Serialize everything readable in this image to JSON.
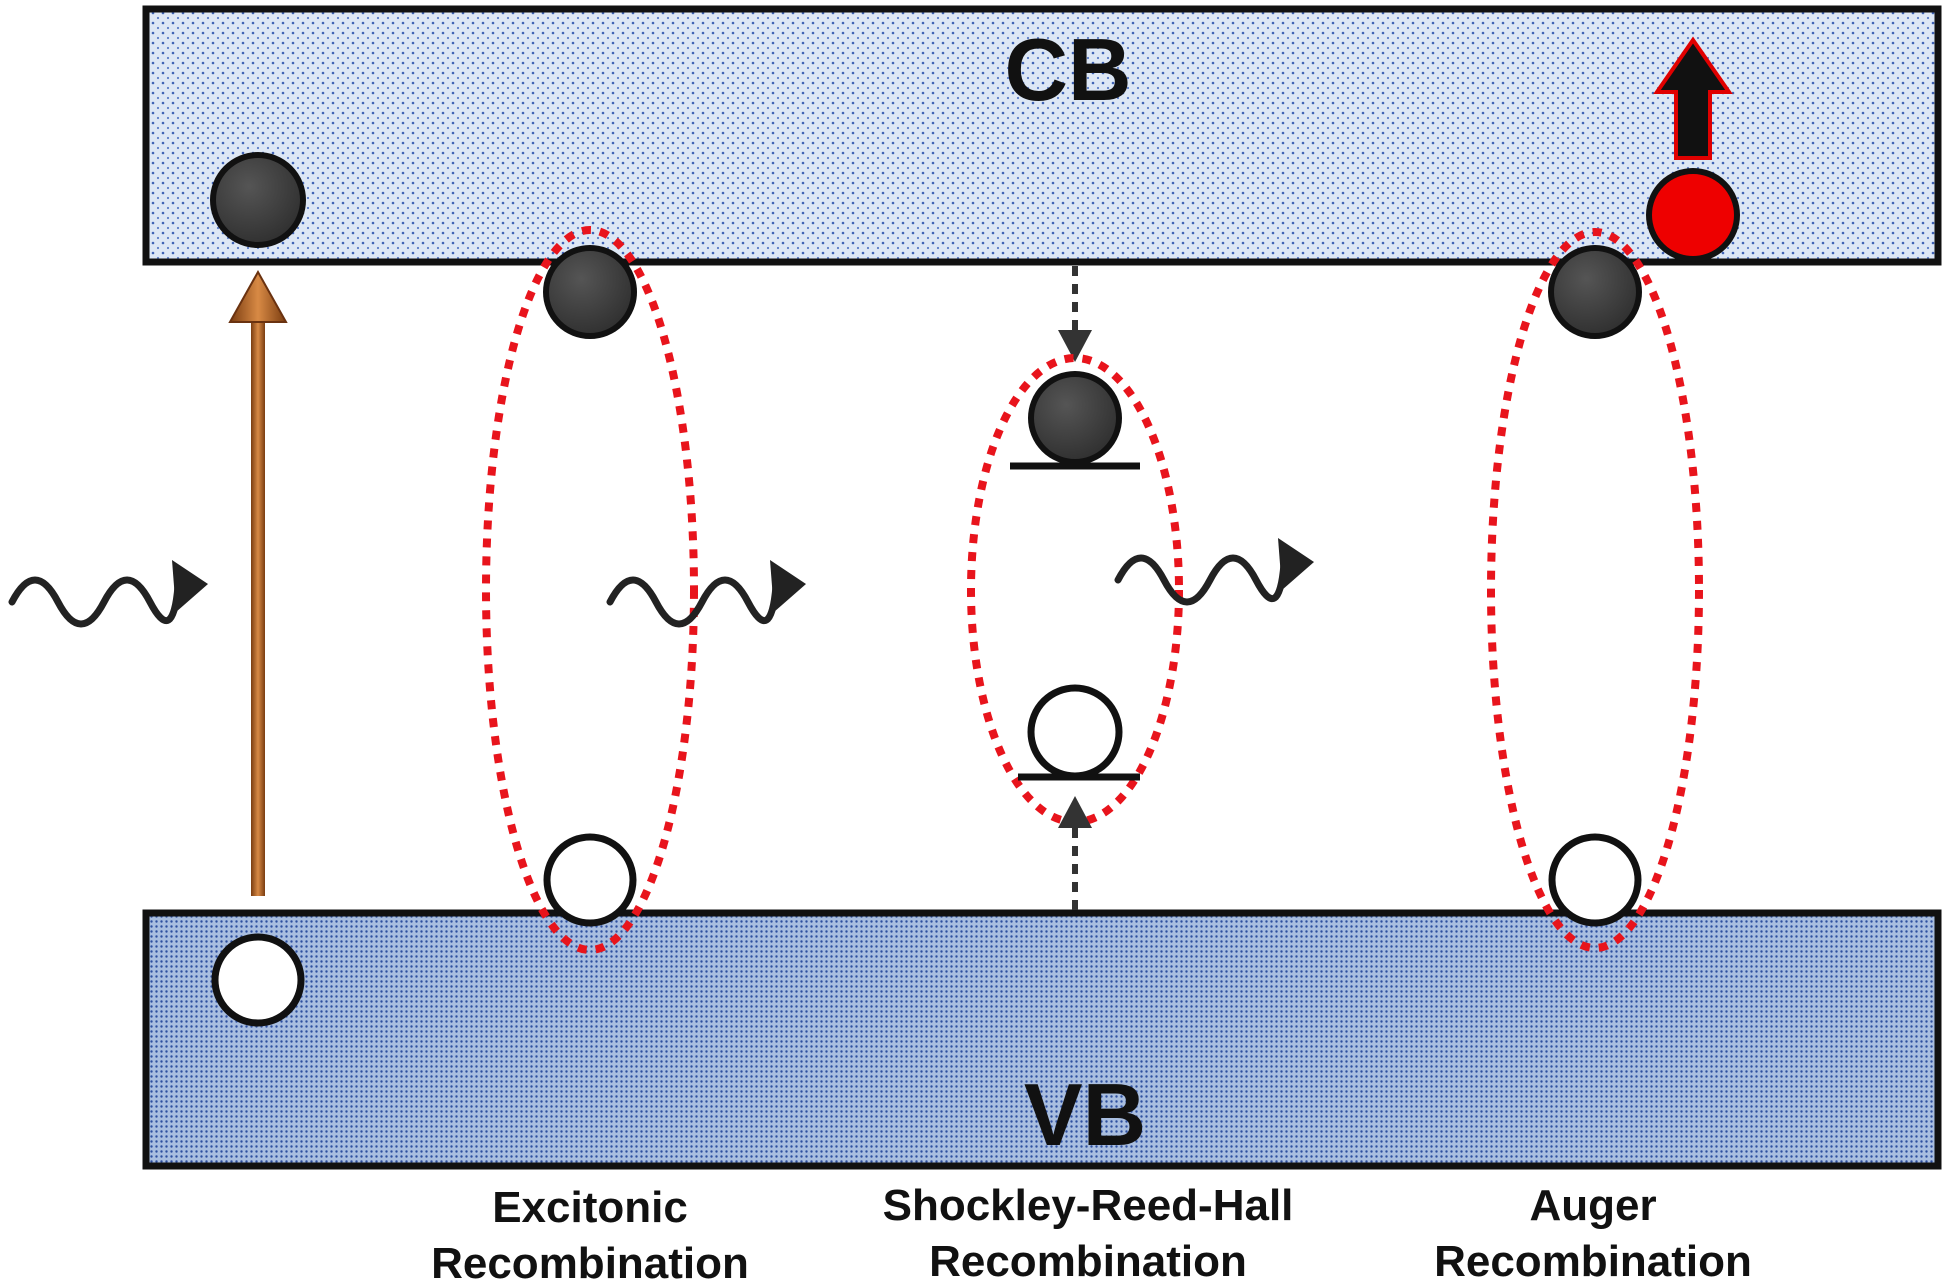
{
  "bands": {
    "conduction": {
      "label": "CB",
      "fill": "#dde7f5",
      "dots": "#3f63b5"
    },
    "valence": {
      "label": "VB",
      "fill": "#a9bee0",
      "dots": "#2d4f9f"
    }
  },
  "mechanisms": [
    {
      "line1": "Excitonic",
      "line2": "Recombination"
    },
    {
      "line1": "Shockley-Reed-Hall",
      "line2": "Recombination"
    },
    {
      "line1": "Auger",
      "line2": "Recombination"
    }
  ],
  "colors": {
    "electron": "#3a3a3a",
    "hole": "#ffffff",
    "auger_electron": "#ee0000",
    "pair_outline": "#e8141c",
    "excitation_arrow": "#a45a1c",
    "photon": "#222222"
  },
  "icons": [
    "photon-wave-icon",
    "up-arrow-icon",
    "dashed-arrow-icon"
  ]
}
